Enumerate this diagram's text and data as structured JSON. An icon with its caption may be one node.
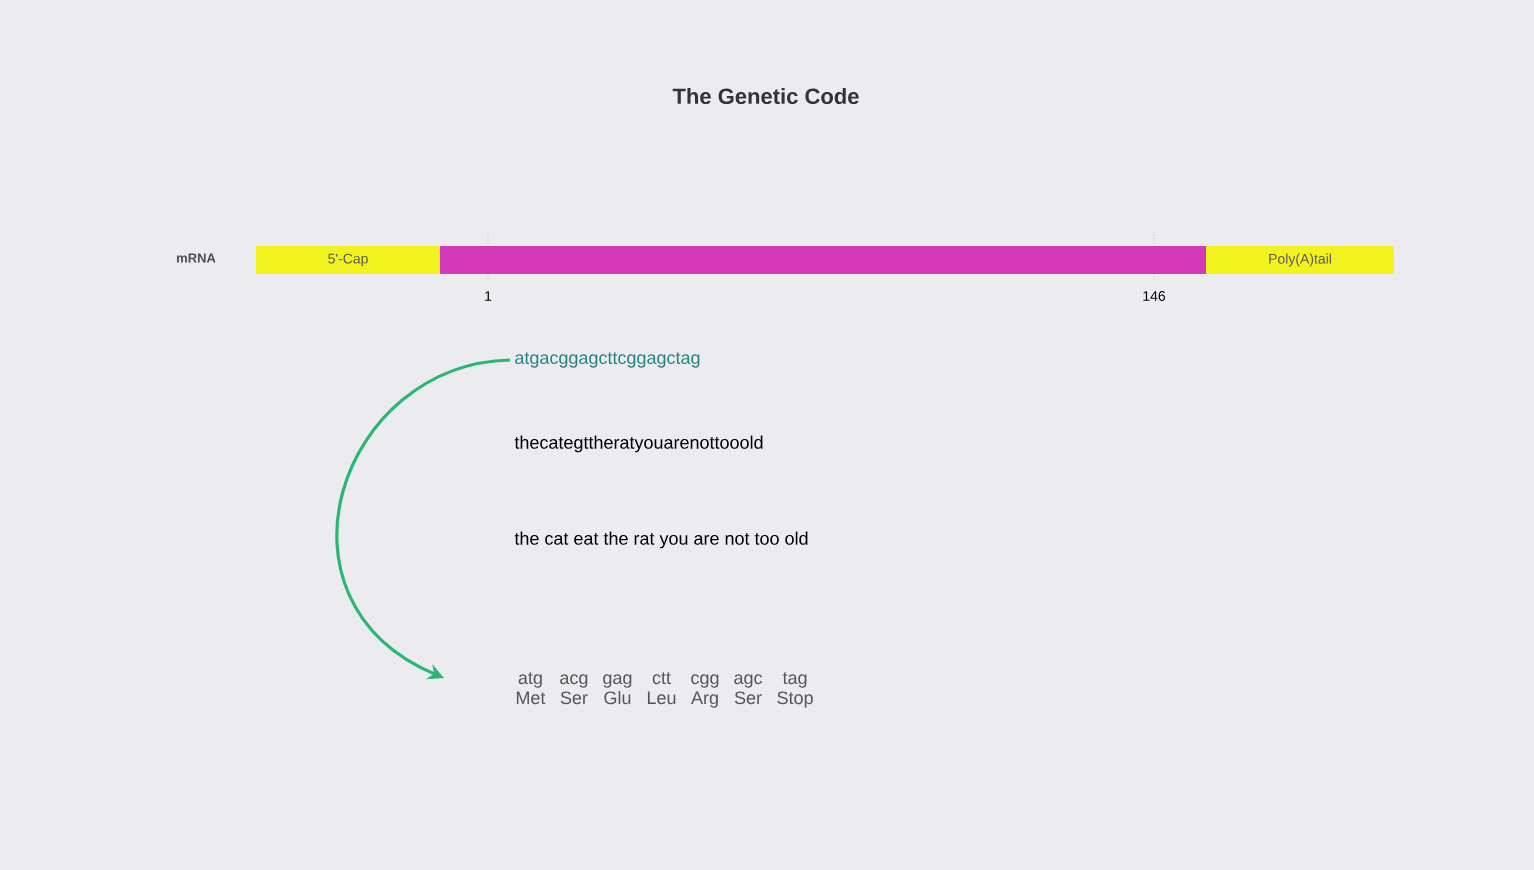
{
  "diagram": {
    "title": "The Genetic Code",
    "nodes": [
      {
        "text": [
          "5'-Cap"
        ]
      },
      {
        "text": [],
        "shape": "bar"
      },
      {
        "text": [
          "Poly(A)tail"
        ]
      },
      {
        "text": [
          "atgacggagcttcggagctag"
        ]
      },
      {
        "text": [
          "atg",
          "acg",
          "gag",
          "ctt",
          "cgg",
          "agc",
          "tag",
          "Met",
          "Ser",
          "Glu",
          "Leu",
          "Arg",
          "Ser",
          "Stop"
        ]
      }
    ],
    "edges": [
      {
        "from": 3,
        "to": 4,
        "arrow": "to",
        "color": "#2bb673"
      }
    ],
    "labels": [
      "mRNA",
      "1",
      "146",
      "thecategttheratyouarenottooold",
      "the cat eat the rat you are not too old"
    ]
  }
}
